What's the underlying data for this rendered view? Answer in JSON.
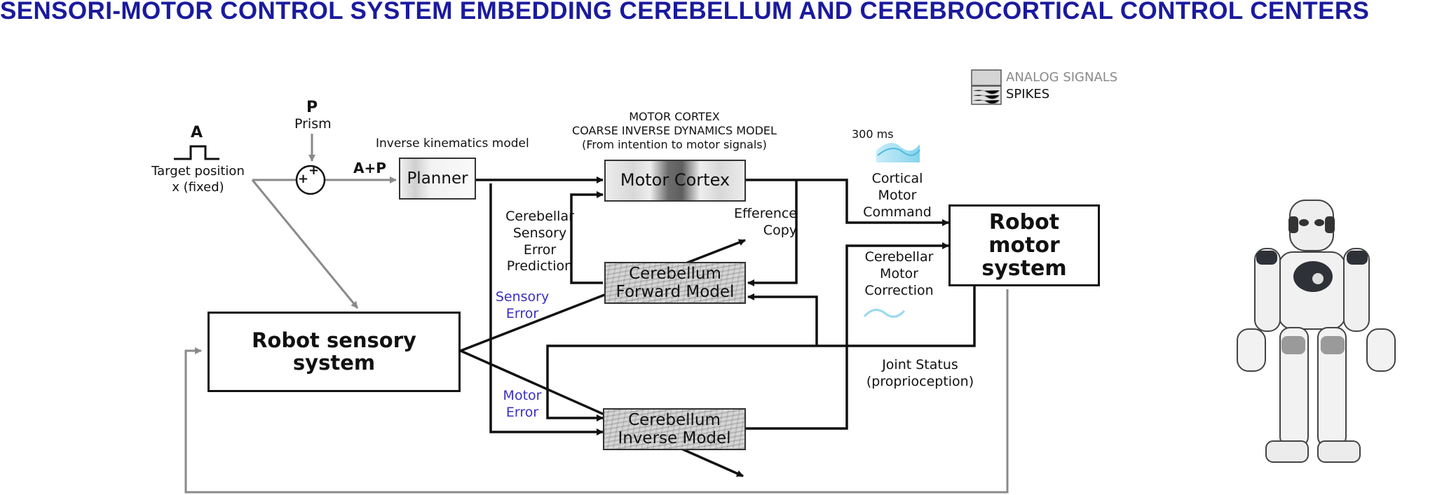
{
  "title": "SENSORI-MOTOR CONTROL SYSTEM EMBEDDING CEREBELLUM AND CEREBROCORTICAL CONTROL CENTERS",
  "legend": {
    "analog": "ANALOG SIGNALS",
    "spikes": "SPIKES"
  },
  "target": {
    "letter": "A",
    "line1": "Target position",
    "line2": "x (fixed)"
  },
  "prism": {
    "letter": "P",
    "label": "Prism"
  },
  "summer_sign": "+",
  "sum_label": "A+P",
  "inverse_kin_label": "Inverse kinematics model",
  "planner_label": "Planner",
  "motor_cortex_header": [
    "MOTOR CORTEX",
    "COARSE INVERSE DYNAMICS MODEL",
    "(From intention to motor signals)"
  ],
  "motor_cortex_label": "Motor Cortex",
  "delay_label": "300 ms",
  "cortical_cmd": [
    "Cortical",
    "Motor",
    "Command"
  ],
  "robot_motor_label": [
    "Robot motor",
    "system"
  ],
  "cb_sensory_pred": [
    "Cerebellar",
    "Sensory",
    "Error",
    "Prediction"
  ],
  "efference_copy": [
    "Efference",
    "Copy"
  ],
  "cb_forward_label": [
    "Cerebellum",
    "Forward Model"
  ],
  "cb_motor_corr": [
    "Cerebellar",
    "Motor",
    "Correction"
  ],
  "sensory_error": [
    "Sensory",
    "Error"
  ],
  "robot_sensory_label": "Robot sensory system",
  "joint_status": [
    "Joint Status",
    "(proprioception)"
  ],
  "motor_error": [
    "Motor",
    "Error"
  ],
  "cb_inverse_label": [
    "Cerebellum",
    "Inverse Model"
  ],
  "colors": {
    "title": "#1a1a9e",
    "error_text": "#3a2fbf",
    "grey_arrow": "#8a8a8a",
    "analog_wave": "#7fd3ee"
  }
}
